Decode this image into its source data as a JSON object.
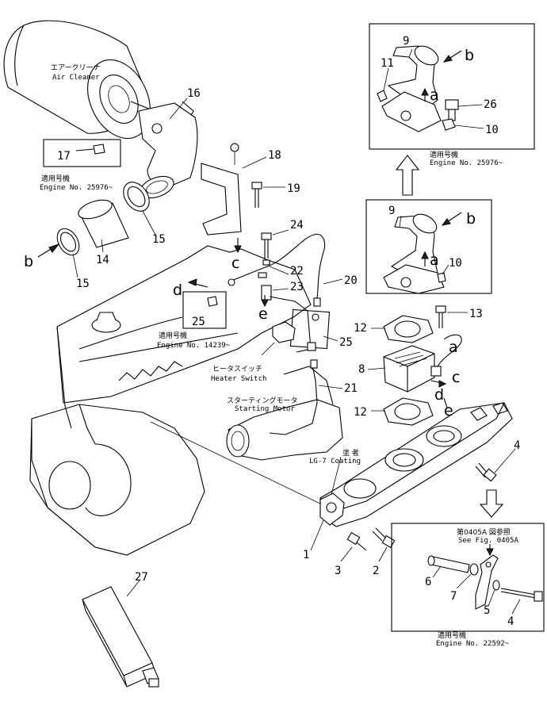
{
  "callouts": {
    "p1": "1",
    "p2": "2",
    "p3": "3",
    "p4a": "4",
    "p4b": "4",
    "p5": "5",
    "p6": "6",
    "p7": "7",
    "p8": "8",
    "p9a": "9",
    "p9b": "9",
    "p10a": "10",
    "p10b": "10",
    "p11": "11",
    "p12a": "12",
    "p12b": "12",
    "p13": "13",
    "p14": "14",
    "p15a": "15",
    "p15b": "15",
    "p16": "16",
    "p17": "17",
    "p18": "18",
    "p19": "19",
    "p20": "20",
    "p21": "21",
    "p22": "22",
    "p23": "23",
    "p24": "24",
    "p25a": "25",
    "p25b": "25",
    "p26": "26",
    "p27": "27"
  },
  "letters": {
    "a1": "a",
    "a2": "a",
    "a3": "a",
    "b1": "b",
    "b2": "b",
    "b3": "b",
    "c1": "c",
    "c2": "c",
    "d1": "d",
    "d2": "d",
    "e1": "e",
    "e2": "e"
  },
  "labels": {
    "air_cleaner_jp": "エアークリーナ",
    "air_cleaner_en": "Air Cleaner",
    "heater_switch_jp": "ヒータスイッチ",
    "heater_switch_en": "Heater Switch",
    "starting_motor_jp": "スターティングモータ",
    "starting_motor_en": "Starting Motor",
    "coating_jp": "塗 者",
    "coating_en": "LG-7 Coating",
    "see_fig_jp": "第0405A 図参照",
    "see_fig_en": "See Fig. 0405A"
  },
  "serial_notes": {
    "n1_jp": "適用号機",
    "n1_en": "Engine No. 25976~",
    "n2_jp": "適用号機",
    "n2_en": "Engine No. 14239~",
    "n3_jp": "適用号機",
    "n3_en": "Engine No. 25976~",
    "n4_jp": "適用号機",
    "n4_en": "Engine No. 22592~"
  },
  "colors": {
    "ink": "#000000",
    "paper": "#ffffff"
  }
}
